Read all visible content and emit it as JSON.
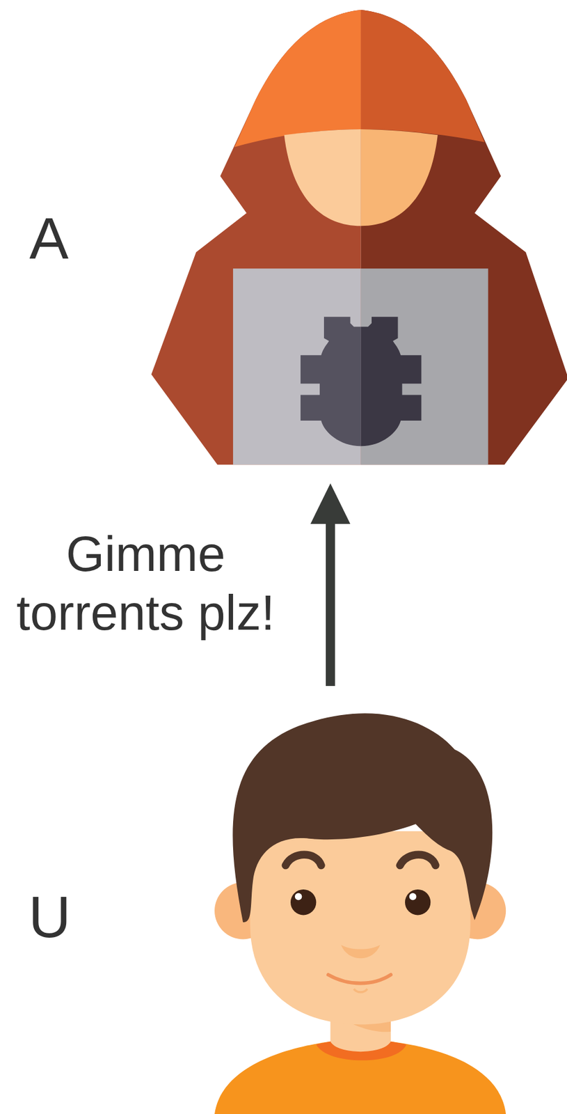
{
  "diagram": {
    "nodes": [
      {
        "text": [
          "A"
        ]
      },
      {
        "text": [
          "U"
        ]
      }
    ],
    "edges": [
      {
        "from": 1,
        "to": 0,
        "label": "Gimme torrents plz!",
        "arrow": "to"
      }
    ]
  }
}
